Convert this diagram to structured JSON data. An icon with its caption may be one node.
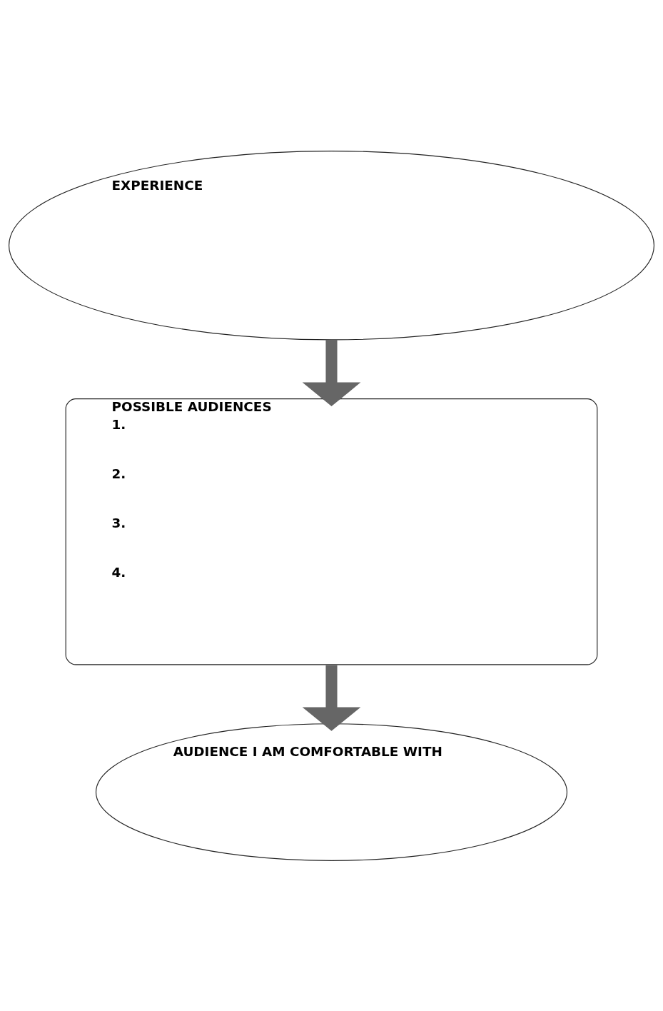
{
  "diagram": {
    "nodes": [
      {
        "text": [
          "EXPERIENCE"
        ]
      },
      {
        "text": [
          "POSSIBLE AUDIENCES",
          "1.",
          "2.",
          "3.",
          "4."
        ]
      },
      {
        "text": [
          "AUDIENCE I AM COMFORTABLE WITH"
        ]
      }
    ],
    "edges": [
      {
        "from": 0,
        "to": 1,
        "arrow": "to"
      },
      {
        "from": 1,
        "to": 2,
        "arrow": "to"
      }
    ]
  }
}
